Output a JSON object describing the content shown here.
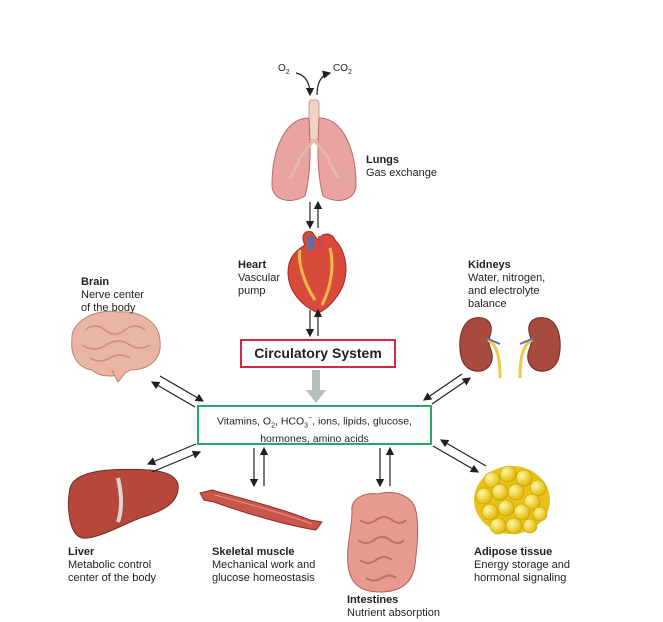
{
  "gases": {
    "o2": "O",
    "o2_sub": "2",
    "co2": "CO",
    "co2_sub": "2"
  },
  "organs": {
    "lungs": {
      "title": "Lungs",
      "desc": [
        "Gas exchange"
      ]
    },
    "heart": {
      "title": "Heart",
      "desc": [
        "Vascular",
        "pump"
      ]
    },
    "brain": {
      "title": "Brain",
      "desc": [
        "Nerve center",
        "of the body"
      ]
    },
    "kidneys": {
      "title": "Kidneys",
      "desc": [
        "Water, nitrogen,",
        "and electrolyte",
        "balance"
      ]
    },
    "liver": {
      "title": "Liver",
      "desc": [
        "Metabolic control",
        "center of the body"
      ]
    },
    "muscle": {
      "title": "Skeletal muscle",
      "desc": [
        "Mechanical work and",
        "glucose homeostasis"
      ]
    },
    "intestines": {
      "title": "Intestines",
      "desc": [
        "Nutrient absorption"
      ]
    },
    "adipose": {
      "title": "Adipose tissue",
      "desc": [
        "Energy storage and",
        "hormonal signaling"
      ]
    }
  },
  "circulatory": {
    "label": "Circulatory System"
  },
  "nutrients": {
    "line1_a": "Vitamins, O",
    "line1_a_sub": "2",
    "line1_b": ", HCO",
    "line1_b_sub": "3",
    "line1_b_sup": "−",
    "line1_c": ", ions, lipids, glucose,",
    "line2": "hormones, amino acids"
  },
  "colors": {
    "circulatory_border": "#d7263d",
    "nutrients_border": "#2aa86a",
    "flow_arrow": "#b5bfb8"
  }
}
